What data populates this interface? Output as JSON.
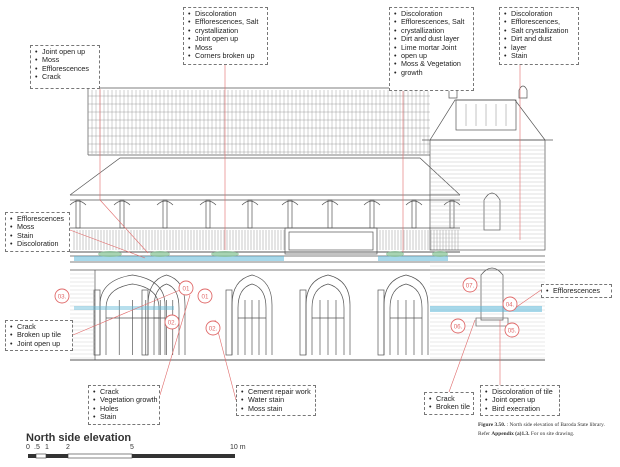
{
  "title": "North side elevation",
  "scale_bar": {
    "ticks": [
      "0",
      ".5",
      "1",
      "2",
      "5",
      "10 m"
    ]
  },
  "caption": {
    "figure_ref": "Figure 3.50.",
    "figure_text": ": North side elevation of Baroda State library.",
    "refer_prefix": "Refer",
    "refer_bold": "Appendix (a)1.3.",
    "refer_text": "For on site drawing."
  },
  "markers": [
    "03.",
    "01",
    "01",
    "02.",
    "02.",
    "06.",
    "07.",
    "04.",
    "05."
  ],
  "notes": [
    {
      "id": "n1",
      "items": [
        "Joint open up",
        "Moss",
        "Efflorescences",
        "Crack"
      ]
    },
    {
      "id": "n2",
      "items": [
        "Discoloration",
        "Efflorescences, Salt",
        "crystallization",
        "Joint open up",
        "Moss",
        "Corners broken up"
      ]
    },
    {
      "id": "n3",
      "items": [
        "Discoloration",
        "Efflorescences, Salt",
        "crystallization",
        "Dirt and dust layer",
        "Lime mortar Joint",
        "open up",
        "Moss & Vegetation",
        "growth"
      ]
    },
    {
      "id": "n4",
      "items": [
        "Discoloration",
        "Efflorescences,",
        "Salt crystallization",
        "Dirt and dust",
        "layer",
        "Stain"
      ]
    },
    {
      "id": "n5",
      "items": [
        "Efflorescences",
        "Moss",
        "Stain",
        "Discoloration"
      ]
    },
    {
      "id": "n6",
      "items": [
        "Efflorescences"
      ]
    },
    {
      "id": "n7",
      "items": [
        "Crack",
        "Broken up tile",
        "Joint open up"
      ]
    },
    {
      "id": "n8",
      "items": [
        "Crack",
        "Vegetation growth",
        "Holes",
        "Stain"
      ]
    },
    {
      "id": "n9",
      "items": [
        "Cement repair work",
        "Water stain",
        "Moss stain"
      ]
    },
    {
      "id": "n10",
      "items": [
        "Crack",
        "Broken tile"
      ]
    },
    {
      "id": "n11",
      "items": [
        "Discoloration of tile",
        "Joint open up",
        "Bird execration"
      ]
    }
  ],
  "colors": {
    "line": "#555555",
    "marker": "#e06a6a",
    "stain": "#5fb8d8",
    "moss": "#8bc79a"
  }
}
